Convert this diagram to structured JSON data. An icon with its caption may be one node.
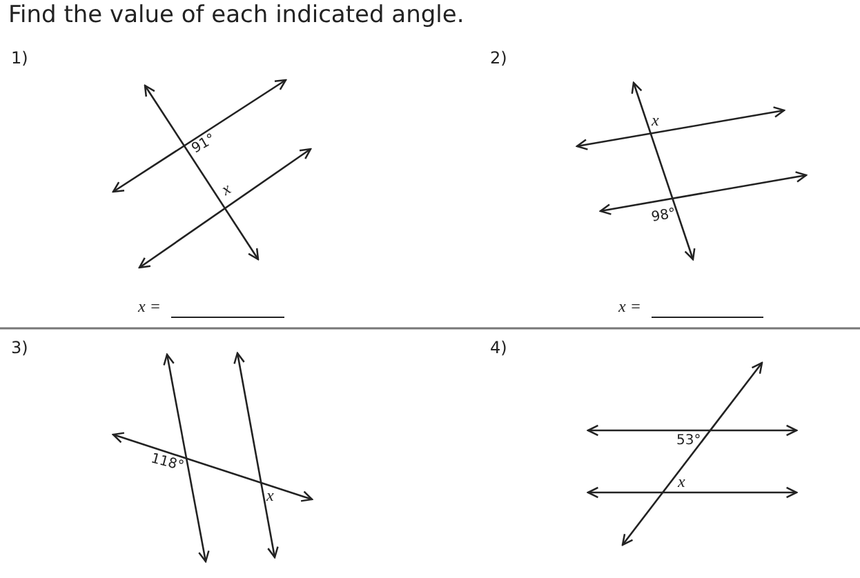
{
  "diagram": {
    "title": "Find the value of each indicated angle.",
    "labels": [
      "1)",
      "91°",
      "x",
      "x =",
      "2)",
      "x",
      "98°",
      "x =",
      "3)",
      "118°",
      "x",
      "4)",
      "53°",
      "x"
    ]
  }
}
